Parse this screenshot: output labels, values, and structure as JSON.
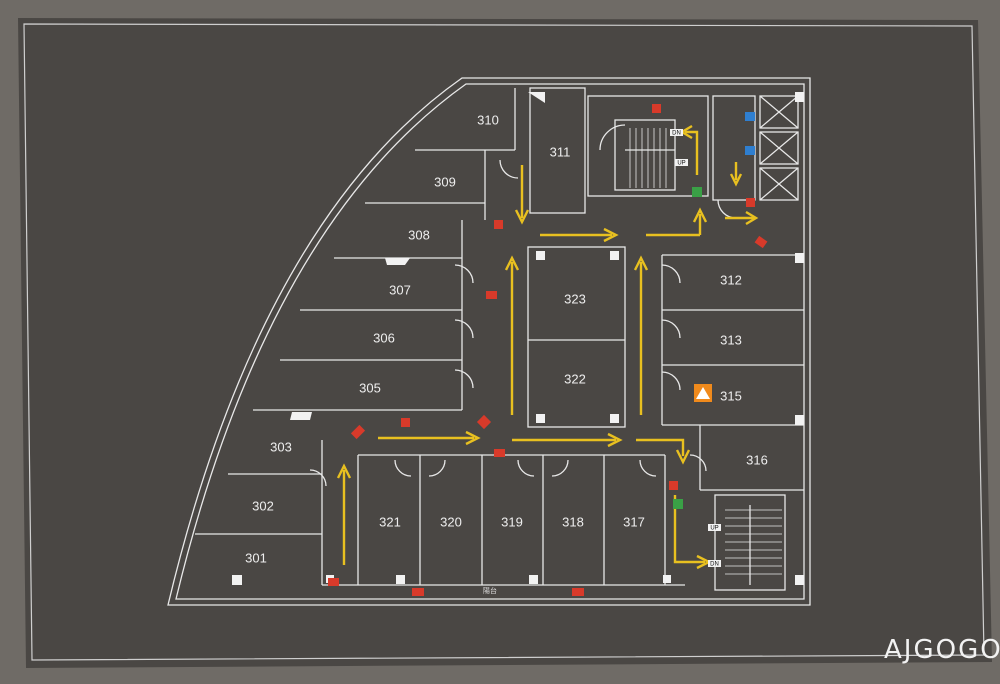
{
  "map": {
    "rooms": [
      {
        "number": "301"
      },
      {
        "number": "302"
      },
      {
        "number": "303"
      },
      {
        "number": "305"
      },
      {
        "number": "306"
      },
      {
        "number": "307"
      },
      {
        "number": "308"
      },
      {
        "number": "309"
      },
      {
        "number": "310"
      },
      {
        "number": "311"
      },
      {
        "number": "312"
      },
      {
        "number": "313"
      },
      {
        "number": "315"
      },
      {
        "number": "316"
      },
      {
        "number": "317"
      },
      {
        "number": "318"
      },
      {
        "number": "319"
      },
      {
        "number": "320"
      },
      {
        "number": "321"
      },
      {
        "number": "322"
      },
      {
        "number": "323"
      }
    ],
    "stair_labels": {
      "upper_up": "UP",
      "upper_dn": "DN",
      "lower_up": "UP",
      "lower_dn": "DN"
    },
    "balcony_label": "陽台",
    "colors": {
      "background": "#4a4744",
      "frame": "#6f6b66",
      "line": "#e8e8e8",
      "evacuation_arrow": "#e8c020",
      "fire_sign": "#d83a2a",
      "exit_sign": "#3aa046",
      "elevator_sign": "#2f7fd0",
      "warning_sign": "#f08a1c"
    },
    "icons": [
      "fire-extinguisher-icon",
      "emergency-exit-icon",
      "elevator-icon",
      "you-are-here-icon"
    ]
  },
  "watermark": "AJGOGO"
}
